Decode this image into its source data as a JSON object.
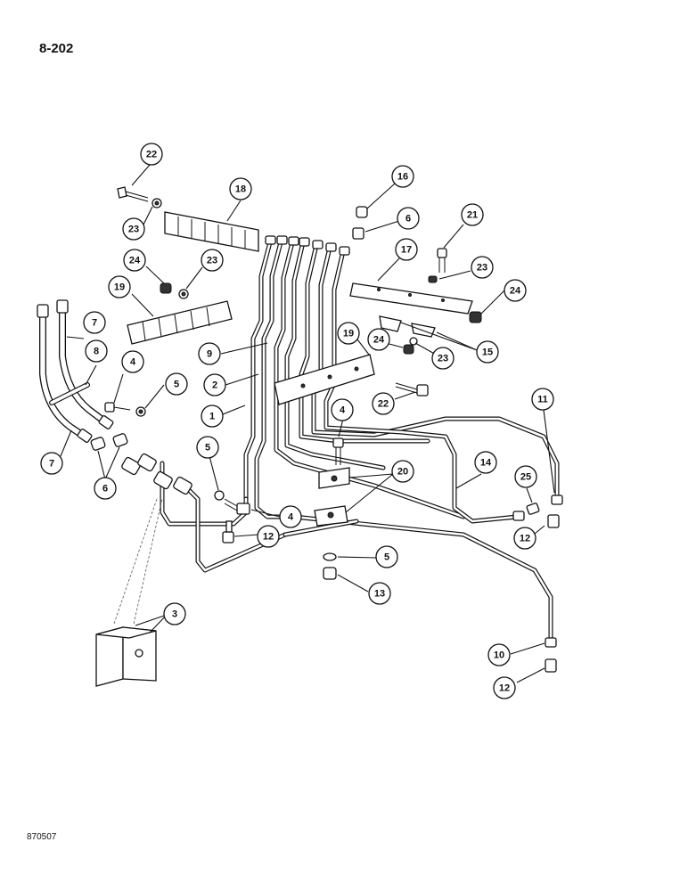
{
  "page_number": "8-202",
  "drawing_code": "870507",
  "callouts": [
    {
      "label": "22"
    },
    {
      "label": "23"
    },
    {
      "label": "18"
    },
    {
      "label": "24"
    },
    {
      "label": "23"
    },
    {
      "label": "19"
    },
    {
      "label": "7"
    },
    {
      "label": "8"
    },
    {
      "label": "4"
    },
    {
      "label": "5"
    },
    {
      "label": "7"
    },
    {
      "label": "6"
    },
    {
      "label": "16"
    },
    {
      "label": "6"
    },
    {
      "label": "21"
    },
    {
      "label": "17"
    },
    {
      "label": "23"
    },
    {
      "label": "24"
    },
    {
      "label": "19"
    },
    {
      "label": "24"
    },
    {
      "label": "15"
    },
    {
      "label": "23"
    },
    {
      "label": "9"
    },
    {
      "label": "2"
    },
    {
      "label": "1"
    },
    {
      "label": "22"
    },
    {
      "label": "11"
    },
    {
      "label": "4"
    },
    {
      "label": "14"
    },
    {
      "label": "25"
    },
    {
      "label": "12"
    },
    {
      "label": "20"
    },
    {
      "label": "5"
    },
    {
      "label": "4"
    },
    {
      "label": "12"
    },
    {
      "label": "5"
    },
    {
      "label": "13"
    },
    {
      "label": "3"
    },
    {
      "label": "10"
    },
    {
      "label": "12"
    }
  ]
}
